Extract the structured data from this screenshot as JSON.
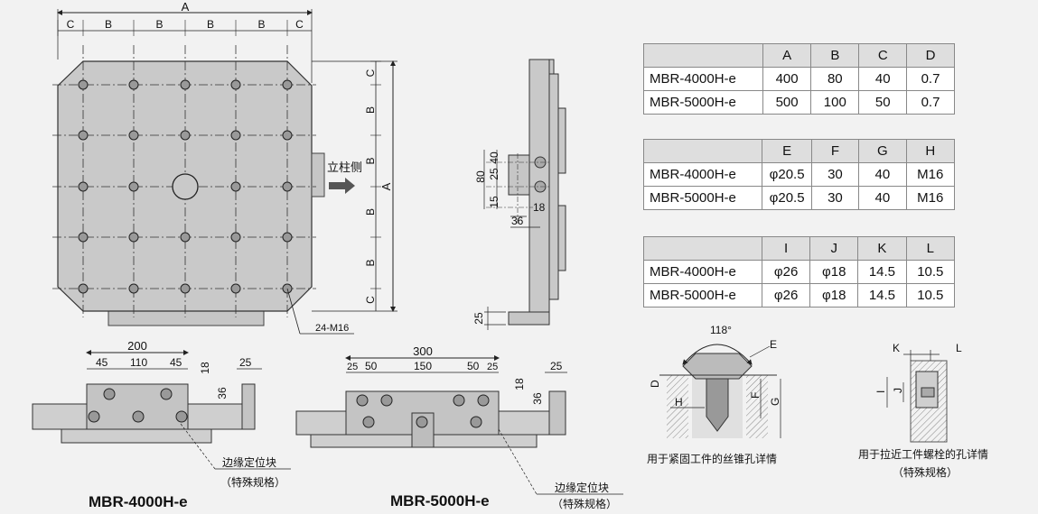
{
  "tables": [
    {
      "columns": [
        "A",
        "B",
        "C",
        "D"
      ],
      "rows": [
        {
          "model": "MBR-4000H-e",
          "values": [
            "400",
            "80",
            "40",
            "0.7"
          ]
        },
        {
          "model": "MBR-5000H-e",
          "values": [
            "500",
            "100",
            "50",
            "0.7"
          ]
        }
      ]
    },
    {
      "columns": [
        "E",
        "F",
        "G",
        "H"
      ],
      "rows": [
        {
          "model": "MBR-4000H-e",
          "values": [
            "φ20.5",
            "30",
            "40",
            "M16"
          ]
        },
        {
          "model": "MBR-5000H-e",
          "values": [
            "φ20.5",
            "30",
            "40",
            "M16"
          ]
        }
      ]
    },
    {
      "columns": [
        "I",
        "J",
        "K",
        "L"
      ],
      "rows": [
        {
          "model": "MBR-4000H-e",
          "values": [
            "φ26",
            "φ18",
            "14.5",
            "10.5"
          ]
        },
        {
          "model": "MBR-5000H-e",
          "values": [
            "φ26",
            "φ18",
            "14.5",
            "10.5"
          ]
        }
      ]
    }
  ],
  "top_view": {
    "dim_top": "A",
    "dim_segments": [
      "C",
      "B",
      "B",
      "B",
      "B",
      "C"
    ],
    "dim_right": "A",
    "dim_right_segments": [
      "C",
      "B",
      "B",
      "B",
      "B",
      "C"
    ],
    "column_side_label": "立柱侧",
    "thread_label": "24-M16"
  },
  "side_view": {
    "d80": "80",
    "d25": "25",
    "d40": "40",
    "d15": "15",
    "d36": "36",
    "d18": "18",
    "d25b": "25"
  },
  "block_4000": {
    "total": "200",
    "d45a": "45",
    "d110": "110",
    "d45b": "45",
    "d25": "25",
    "d18": "18",
    "d36": "36",
    "callout": "边缘定位块",
    "callout2": "（特殊规格）",
    "model": "MBR-4000H-e"
  },
  "block_5000": {
    "total": "300",
    "d25a": "25",
    "d50a": "50",
    "d150": "150",
    "d50b": "50",
    "d25b": "25",
    "d25c": "25",
    "d18": "18",
    "d36": "36",
    "callout": "边缘定位块",
    "callout2": "（特殊规格）",
    "model": "MBR-5000H-e"
  },
  "screw_detail": {
    "angle": "118°",
    "E": "E",
    "D": "D",
    "H": "H",
    "F": "F",
    "G": "G",
    "caption": "用于紧固工件的丝锥孔详情"
  },
  "bolt_detail": {
    "K": "K",
    "L": "L",
    "I": "I",
    "J": "J",
    "caption": "用于拉近工件螺栓的孔详情",
    "caption2": "（特殊规格）"
  }
}
